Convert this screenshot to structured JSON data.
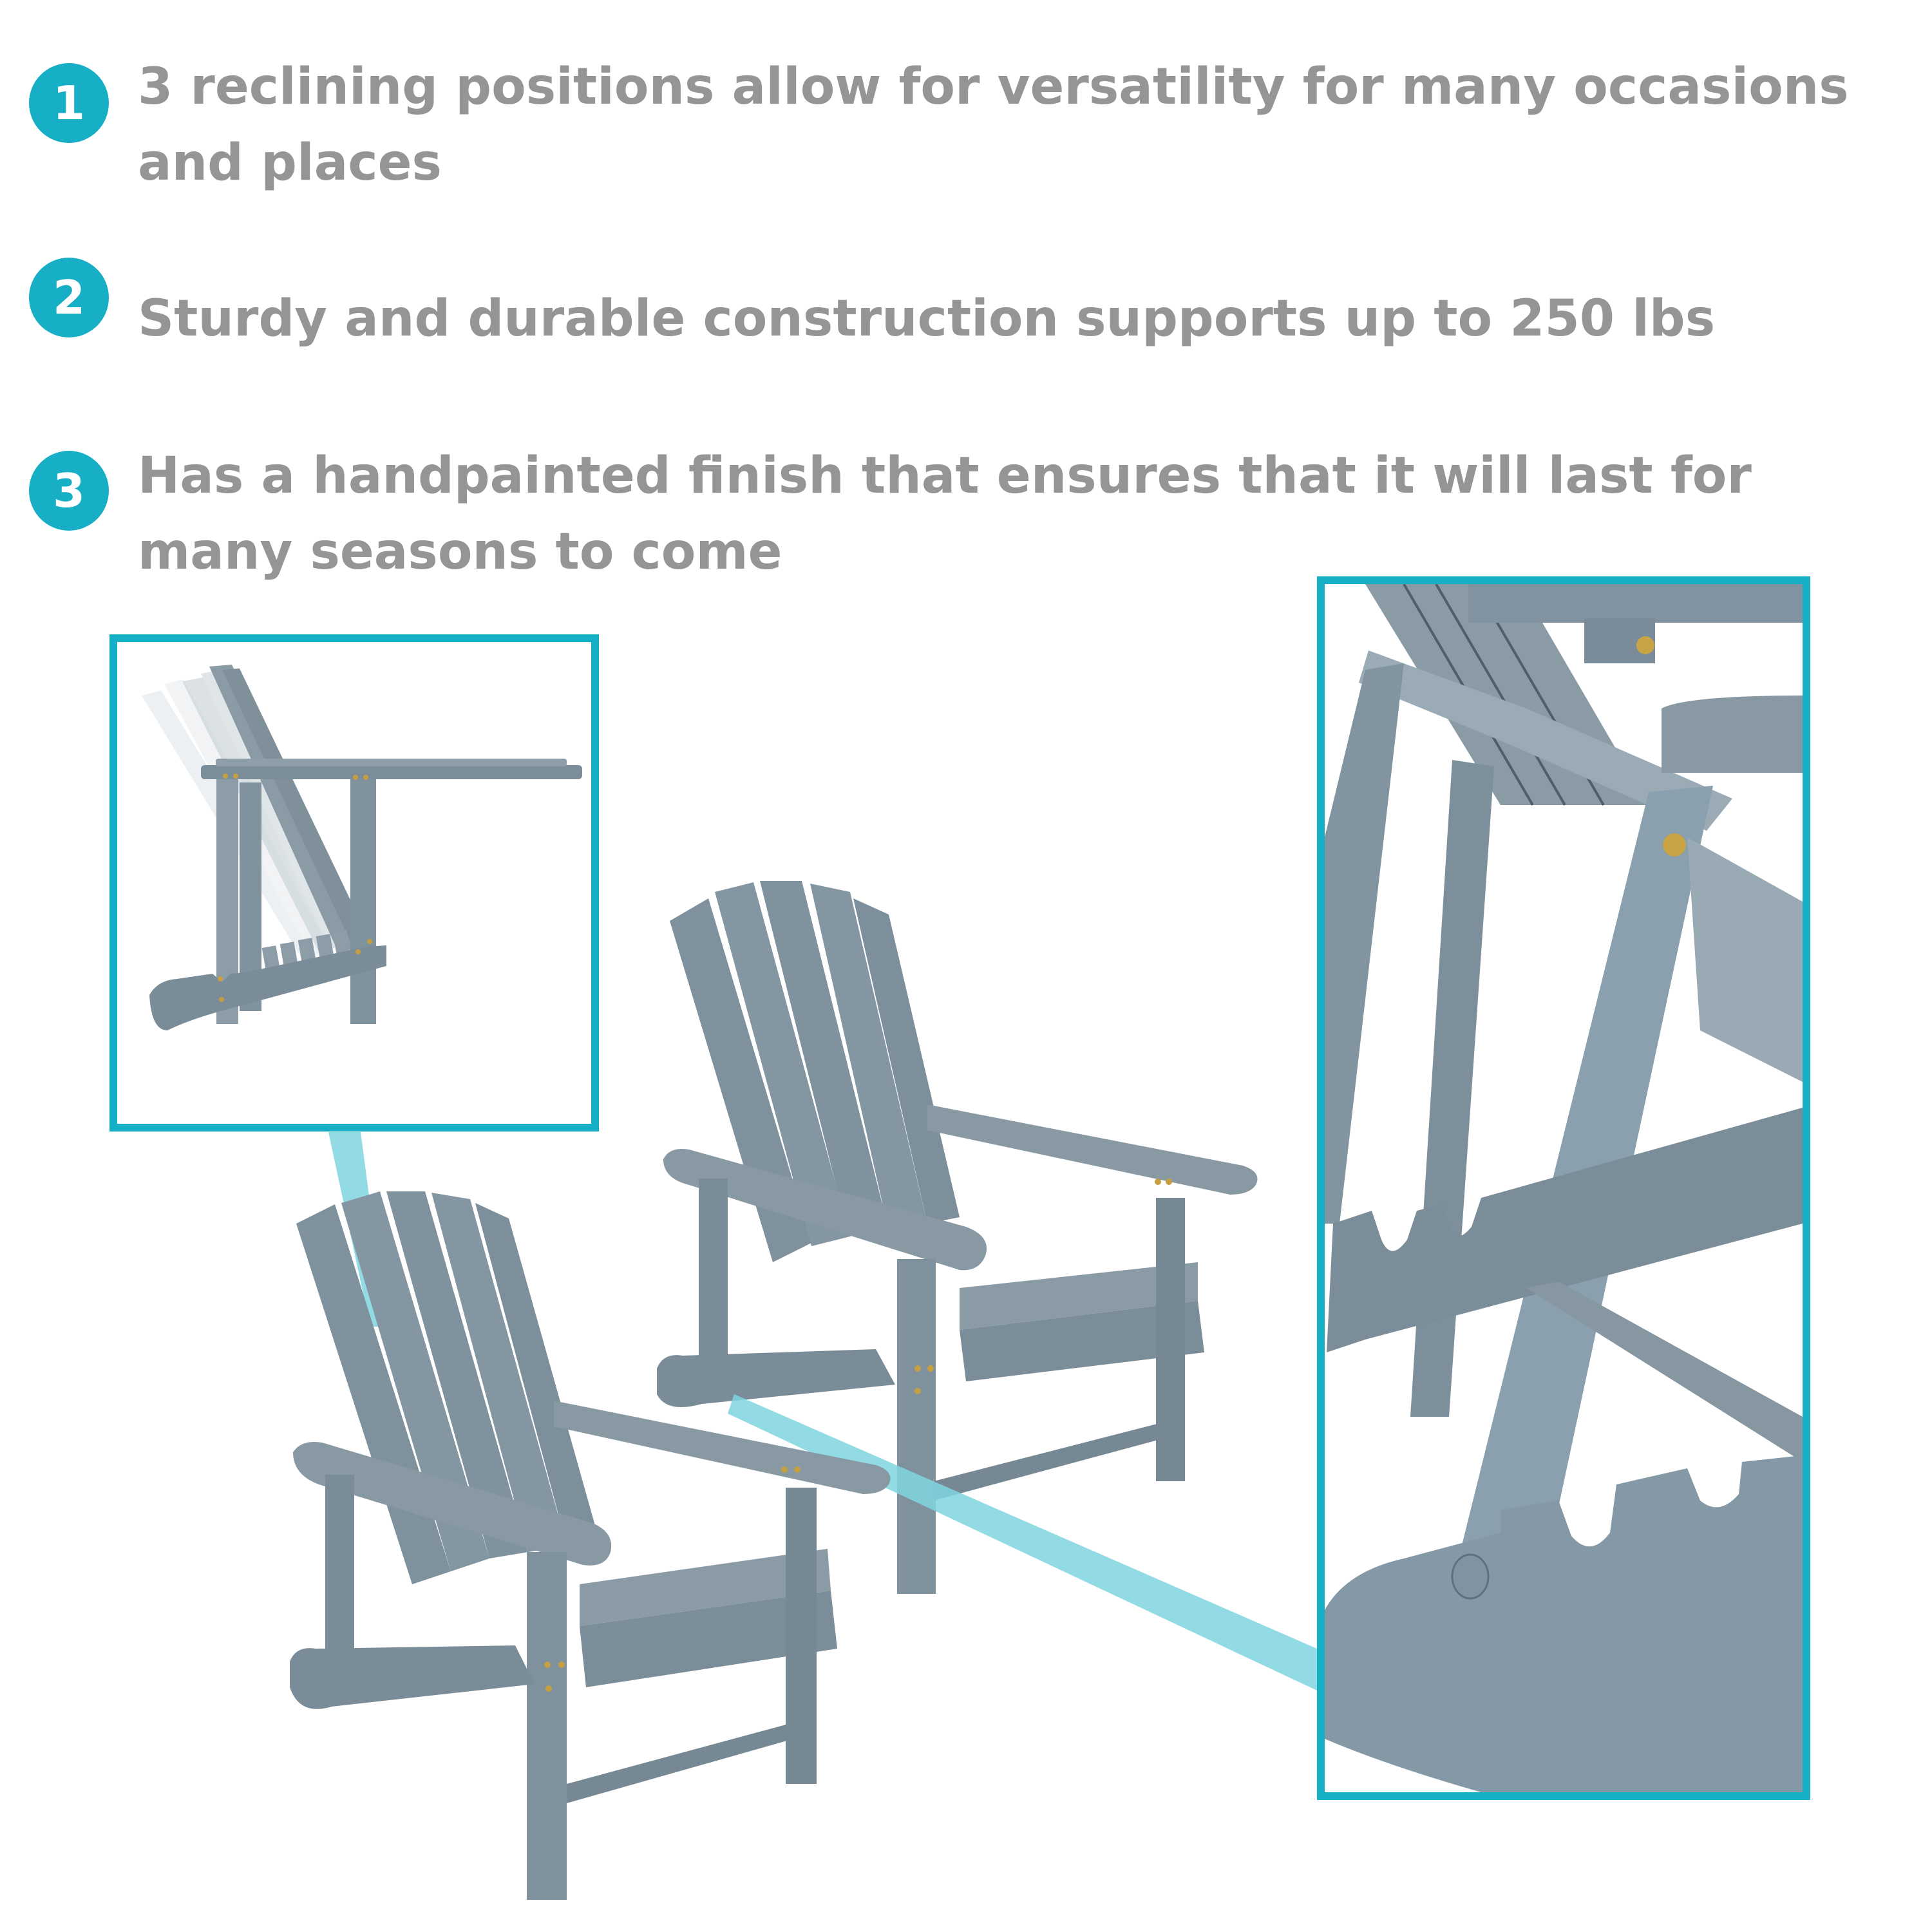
{
  "colors": {
    "accent": "#17AFC6",
    "beam": "#7FD5E0",
    "text": "#959595",
    "chair": "#7F929E",
    "chair_dark": "#5F717C",
    "chair_light": "#9DAEB8",
    "background": "#FFFFFF"
  },
  "features": [
    {
      "number": "1",
      "text": "3 reclining positions allow for versatility for many occasions and places"
    },
    {
      "number": "2",
      "text": "Sturdy and durable construction supports up to 250 lbs"
    },
    {
      "number": "3",
      "text": "Has a handpainted finish that ensures that it will last for many seasons to come"
    }
  ],
  "images": {
    "recline_inset": "side-view-chair-three-recline-positions",
    "main": "two-gray-adirondack-chairs",
    "detail_inset": "close-up-notched-recline-bracket"
  }
}
